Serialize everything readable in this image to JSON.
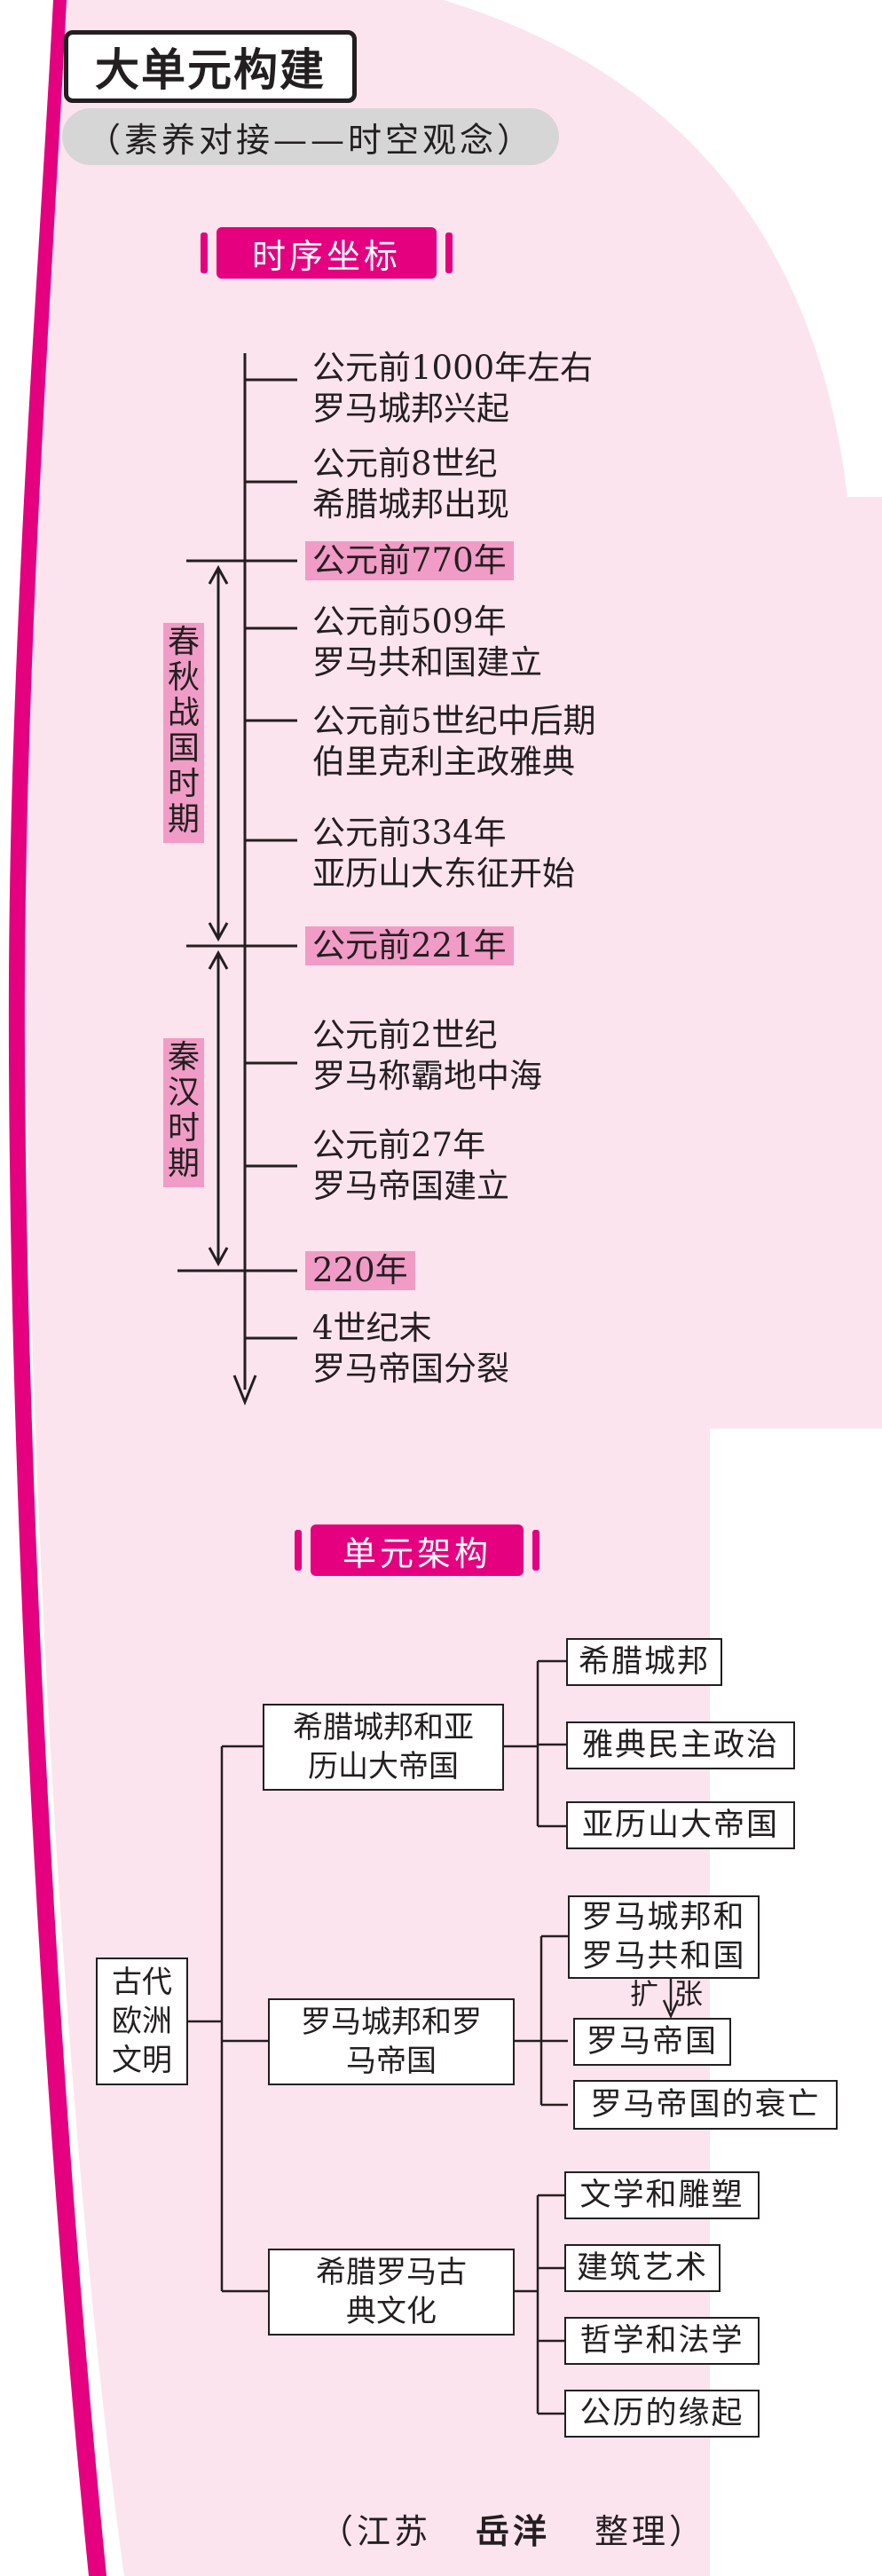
{
  "header": {
    "title": "大单元构建",
    "subtitle": "（素养对接——时空观念）"
  },
  "timeline": {
    "heading": "时序坐标",
    "events": [
      {
        "date": "公元前1000年左右",
        "desc": "罗马城邦兴起"
      },
      {
        "date": "公元前8世纪",
        "desc": "希腊城邦出现"
      },
      {
        "date": "公元前770年",
        "highlight": true
      },
      {
        "date": "公元前509年",
        "desc": "罗马共和国建立"
      },
      {
        "date": "公元前5世纪中后期",
        "desc": "伯里克利主政雅典"
      },
      {
        "date": "公元前334年",
        "desc": "亚历山大东征开始"
      },
      {
        "date": "公元前221年",
        "highlight": true
      },
      {
        "date": "公元前2世纪",
        "desc": "罗马称霸地中海"
      },
      {
        "date": "公元前27年",
        "desc": "罗马帝国建立"
      },
      {
        "date": "220年",
        "highlight": true
      },
      {
        "date": "4世纪末",
        "desc": "罗马帝国分裂"
      }
    ],
    "periods": [
      "春秋战国时期",
      "秦汉时期"
    ]
  },
  "structure": {
    "heading": "单元架构",
    "root": "古代欧洲文明",
    "branches": [
      {
        "label": "希腊城邦和亚历山大帝国",
        "items": [
          "希腊城邦",
          "雅典民主政治",
          "亚历山大帝国"
        ]
      },
      {
        "label": "罗马城邦和罗马帝国",
        "items": [
          "罗马城邦和罗马共和国",
          "罗马帝国",
          "罗马帝国的衰亡"
        ],
        "transition": "扩张"
      },
      {
        "label": "希腊罗马古典文化",
        "items": [
          "文学和雕塑",
          "建筑艺术",
          "哲学和法学",
          "公历的缘起"
        ]
      }
    ]
  },
  "credit": {
    "open": "（江苏",
    "name": "岳洋",
    "close": "整理）"
  },
  "colors": {
    "accent": "#e4007f",
    "pink_bg": "#fce4ee",
    "highlight": "#f09cc6"
  }
}
